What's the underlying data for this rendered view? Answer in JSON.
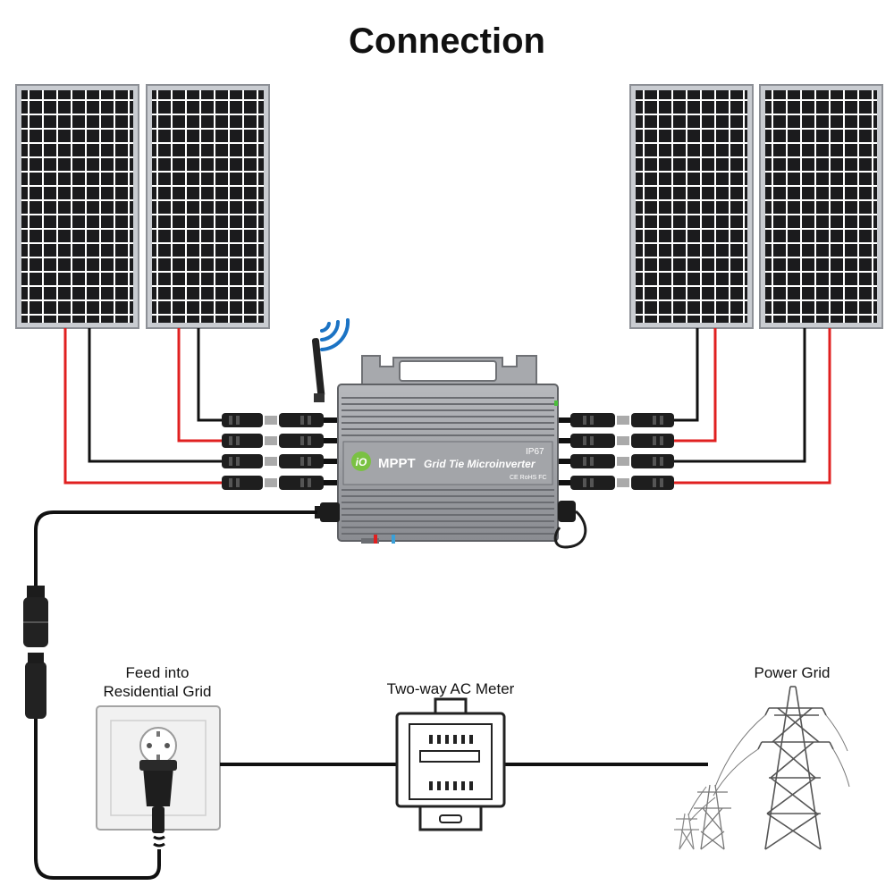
{
  "title": "Connection",
  "inverter": {
    "brand": "MPPT",
    "name": "Grid Tie Microinverter",
    "rating": "IP67",
    "certs": "CE RoHS FC"
  },
  "labels": {
    "feed_line1": "Feed into",
    "feed_line2": "Residential Grid",
    "meter": "Two-way AC Meter",
    "grid": "Power Grid"
  },
  "colors": {
    "panel_frame": "#c9ccd1",
    "panel_cell": "#1a1a1c",
    "wire_red": "#e02020",
    "wire_black": "#111111",
    "inverter_body": "#9c9ea3",
    "logo_green": "#7ac143"
  }
}
